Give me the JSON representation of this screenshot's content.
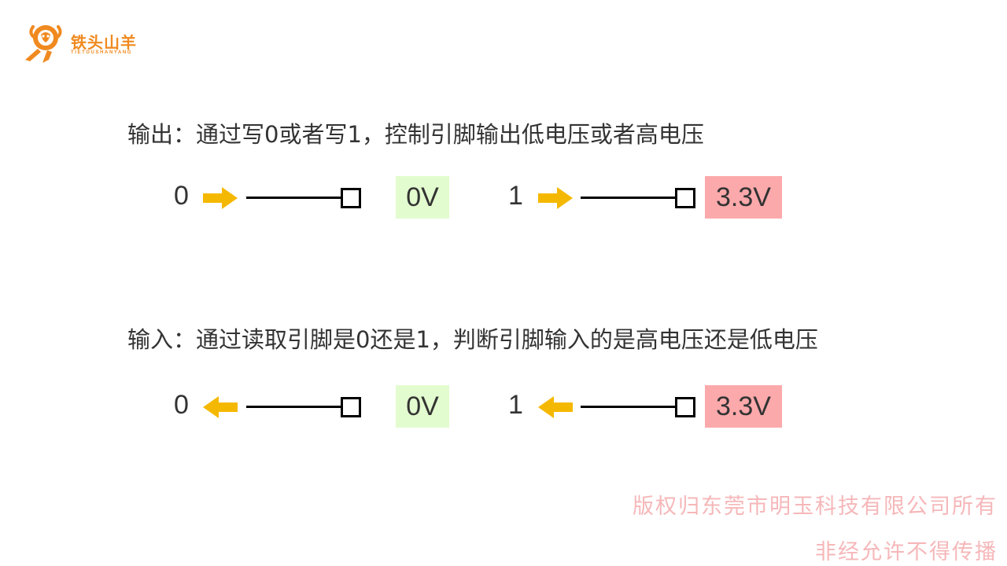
{
  "logo": {
    "name": "铁头山羊",
    "subtitle": "TIETOUSHANYANG",
    "color": "#f08a20"
  },
  "output_section": {
    "description": "输出：通过写0或者写1，控制引脚输出低电压或者高电压",
    "examples": [
      {
        "digit": "0",
        "arrow": "right-arrow-icon",
        "voltage": "0V",
        "voltage_color": "#e3fccf"
      },
      {
        "digit": "1",
        "arrow": "right-arrow-icon",
        "voltage": "3.3V",
        "voltage_color": "#fca9ab"
      }
    ]
  },
  "input_section": {
    "description": "输入：通过读取引脚是0还是1，判断引脚输入的是高电压还是低电压",
    "examples": [
      {
        "digit": "0",
        "arrow": "left-arrow-icon",
        "voltage": "0V",
        "voltage_color": "#e3fccf"
      },
      {
        "digit": "1",
        "arrow": "left-arrow-icon",
        "voltage": "3.3V",
        "voltage_color": "#fca9ab"
      }
    ]
  },
  "colors": {
    "arrow": "#f5b800",
    "wire": "#000000",
    "watermark": "#f6b7b9"
  },
  "copyright": {
    "line1": "版权归东莞市明玉科技有限公司所有",
    "line2": "非经允许不得传播"
  }
}
